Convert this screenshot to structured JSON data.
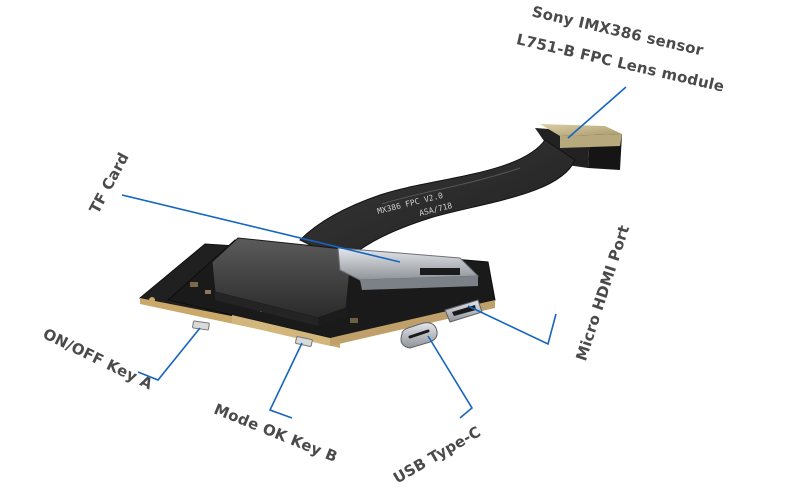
{
  "title": "",
  "labels": {
    "sensor_line1": "Sony IMX386 sensor",
    "sensor_line2": "L751-B FPC Lens module",
    "tf_card": "TF Card",
    "micro_hdmi": "Micro HDMI Port",
    "on_off_key": "ON/OFF Key A",
    "mode_ok_key": "Mode OK Key B",
    "usb_type_c": "USB Type-C"
  },
  "fpc_print": "MX386 FPC V2.0",
  "fpc_print_2": "ASA/718",
  "colors": {
    "callout": "#1565c0",
    "label_text": "#4a4a4a",
    "pcb": "#1c1c1c",
    "pcb_edge": "#c9a86a",
    "shield": "#3a3a3a",
    "cable": "#2b2b2b",
    "sensor_gold": "#c8b98e",
    "port_metal": "#b8bcc2"
  }
}
